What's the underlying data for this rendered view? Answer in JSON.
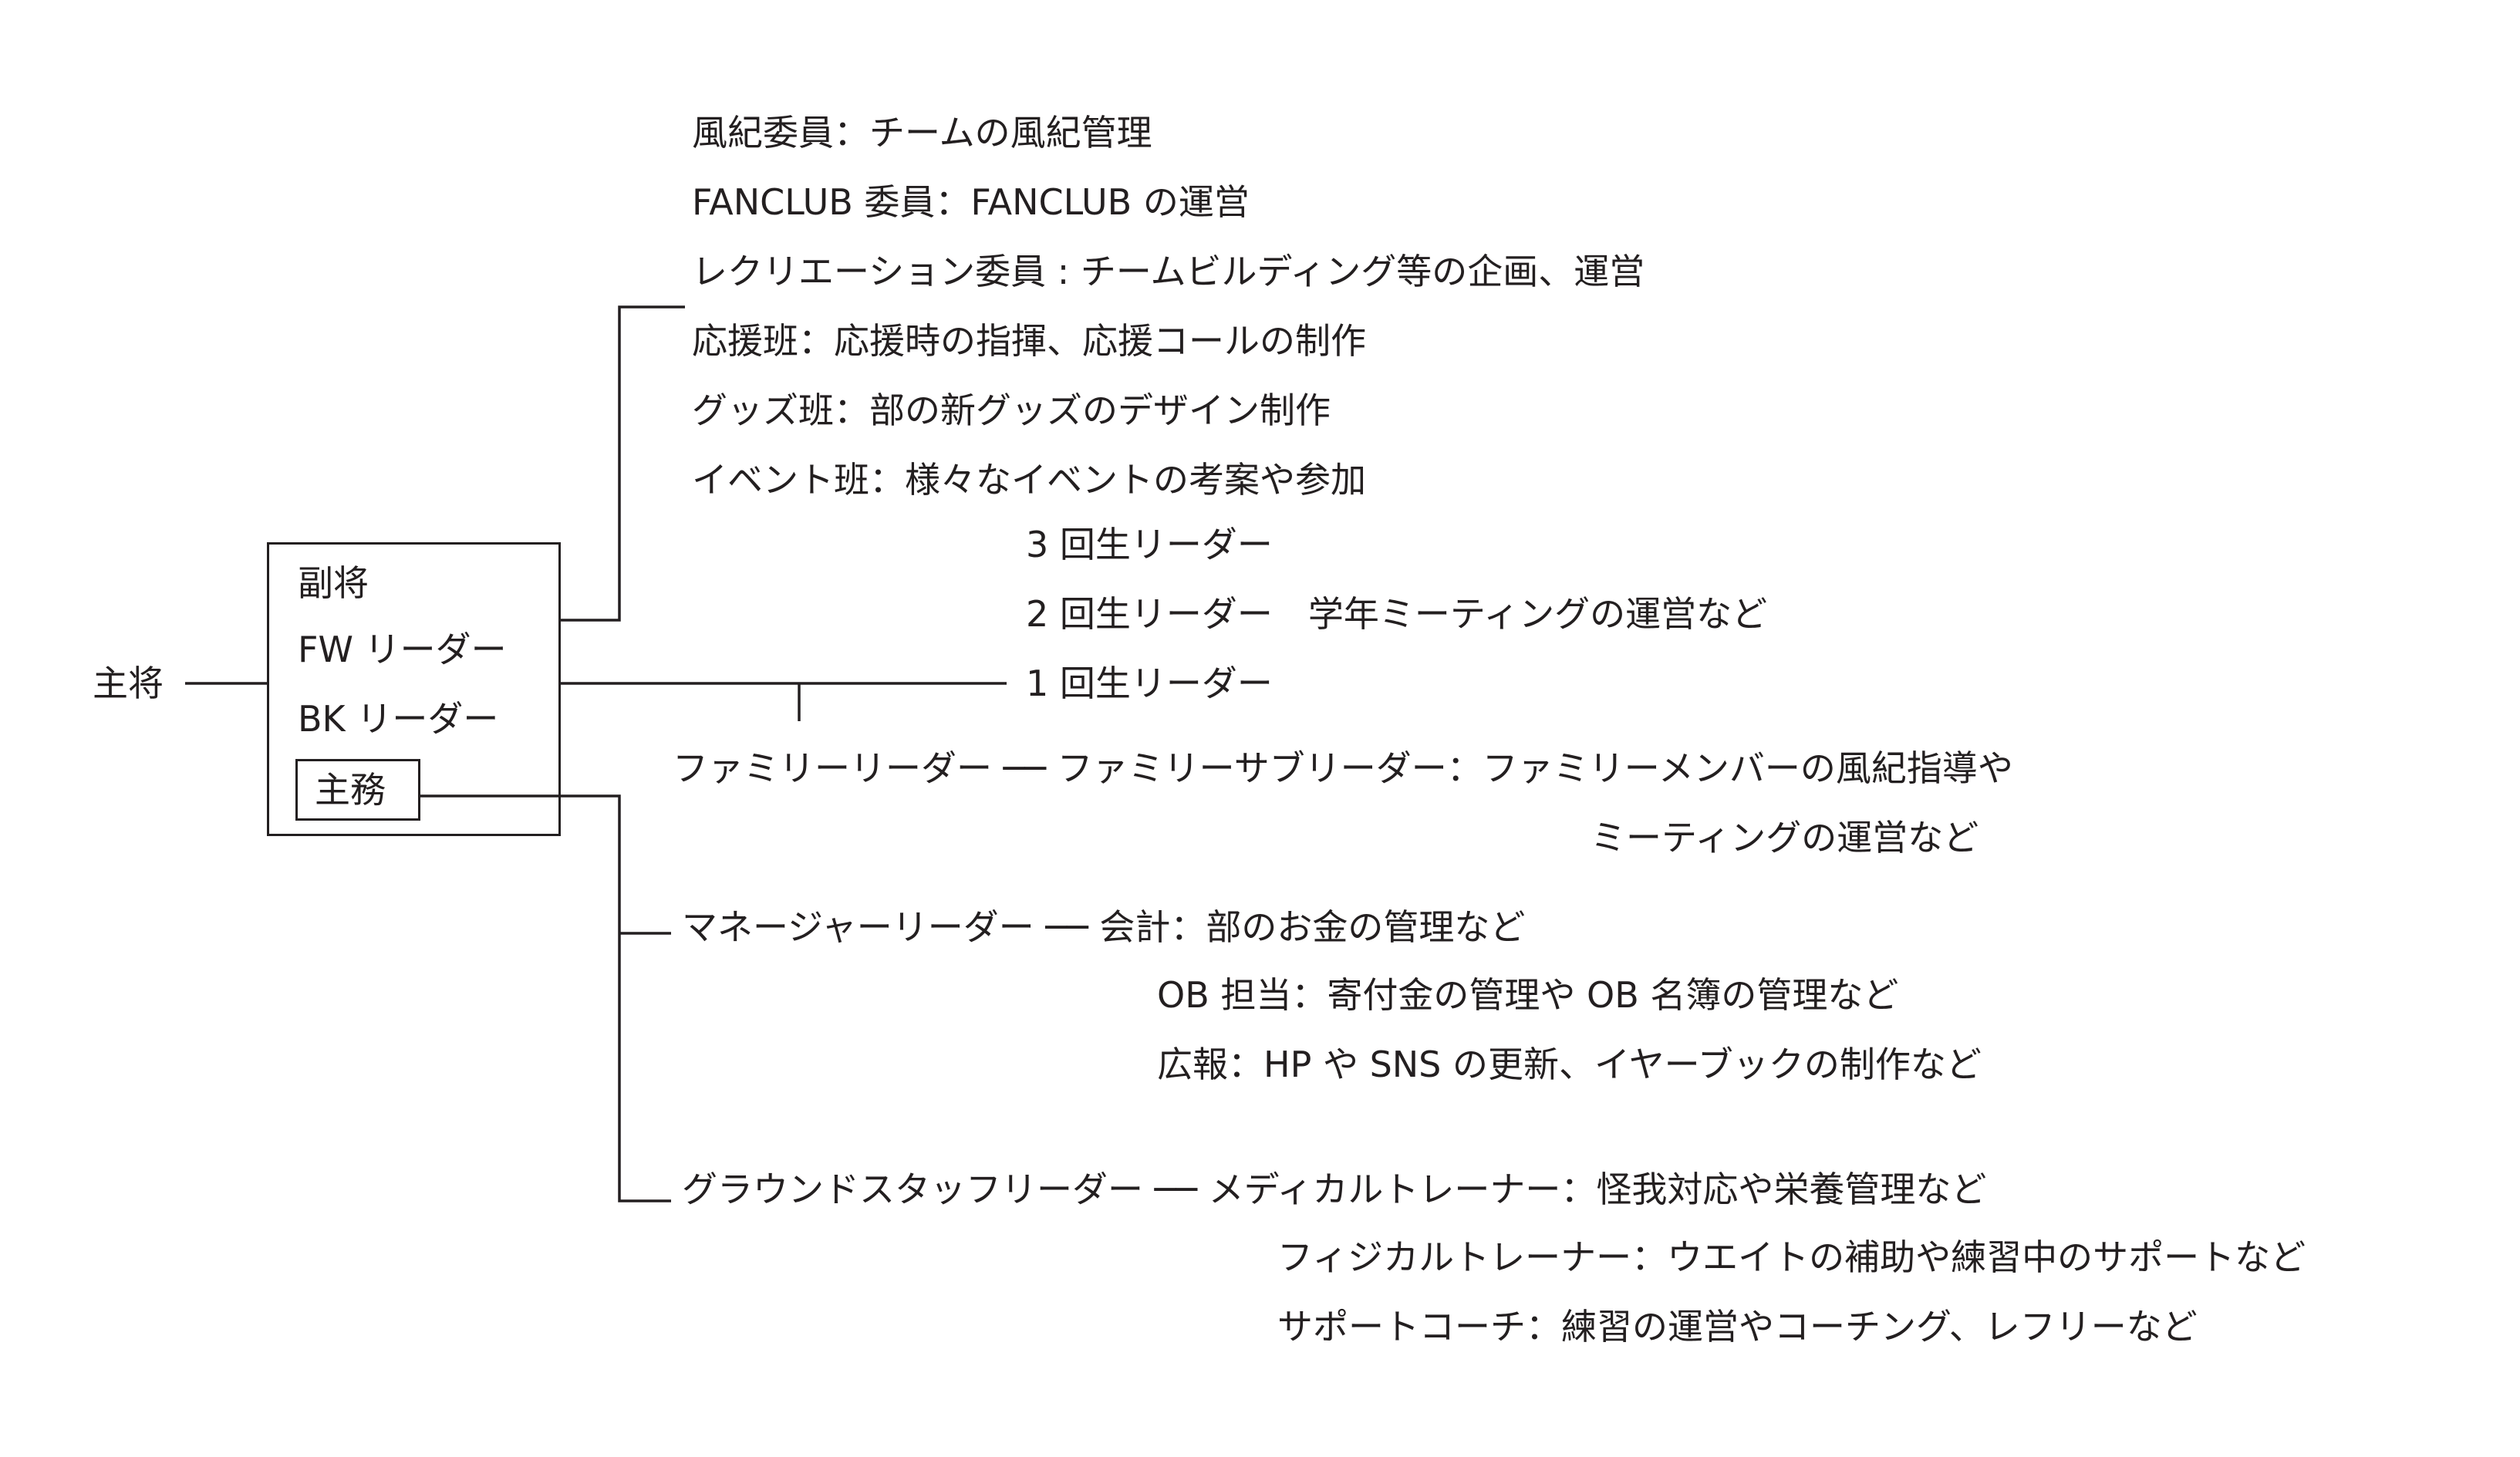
{
  "root": "主将",
  "leaders": [
    "副将",
    "FW リーダー",
    "BK リーダー",
    "主務"
  ],
  "committees": [
    "風紀委員：チームの風紀管理",
    "FANCLUB 委員：FANCLUB の運営",
    "レクリエーション委員 : チームビルディング等の企画、運営",
    "応援班：応援時の指揮、応援コールの制作",
    "グッズ班：部の新グッズのデザイン制作",
    "イベント班：様々なイベントの考案や参加"
  ],
  "grade_leaders": [
    "3 回生リーダー",
    "2 回生リーダー　学年ミーティングの運営など",
    "1 回生リーダー"
  ],
  "family": {
    "leader": "ファミリーリーダー ── ファミリーサブリーダー：ファミリーメンバーの風紀指導や",
    "continuation": "ミーティングの運営など"
  },
  "manager": {
    "line1": "マネージャーリーダー ── 会計：部のお金の管理など",
    "line2": "OB 担当：寄付金の管理や OB 名簿の管理など",
    "line3": "広報：HP や SNS の更新、イヤーブックの制作など"
  },
  "ground_staff": {
    "line1": "グラウンドスタッフリーダー ── メディカルトレーナー：怪我対応や栄養管理など",
    "line2": "フィジカルトレーナー：ウエイトの補助や練習中のサポートなど",
    "line3": "サポートコーチ：練習の運営やコーチング、レフリーなど"
  }
}
